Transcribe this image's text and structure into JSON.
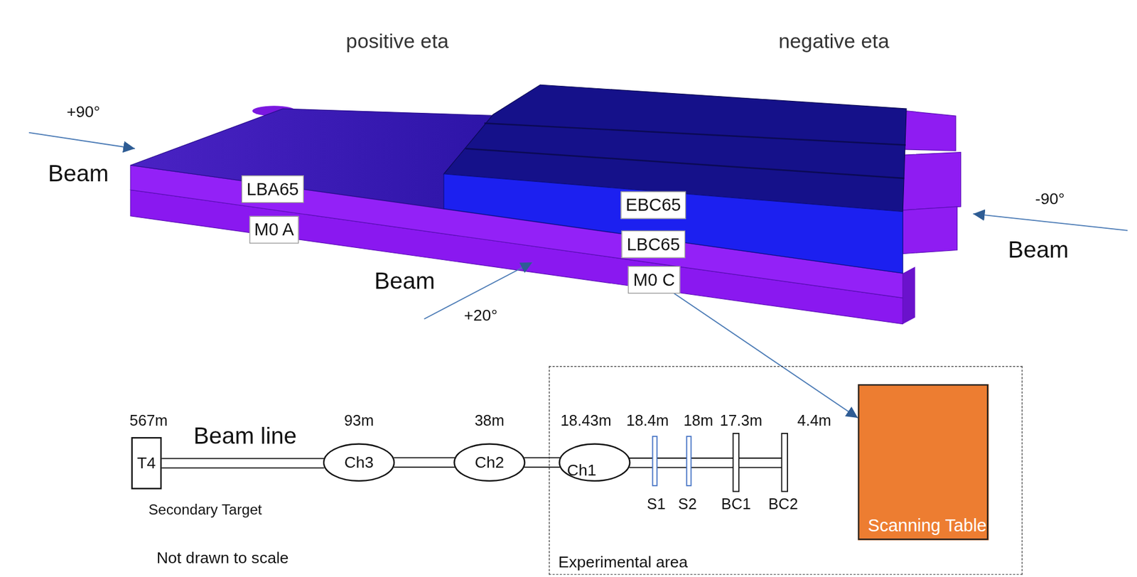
{
  "diagram": {
    "nodes": [
      {
        "text": [
          "LBA65"
        ]
      },
      {
        "text": [
          "M0 A"
        ]
      },
      {
        "text": [
          "EBC65"
        ]
      },
      {
        "text": [
          "LBC65"
        ]
      },
      {
        "text": [
          "M0 C"
        ]
      },
      {
        "text": [
          "T4"
        ]
      },
      {
        "text": [
          "Ch3"
        ]
      },
      {
        "text": [
          "Ch2"
        ]
      },
      {
        "text": [
          "Experimental area"
        ]
      },
      {
        "text": [
          "Ch1"
        ],
        "in": 8
      },
      {
        "text": [
          "Scanning Table"
        ],
        "in": 8
      }
    ],
    "edges": [
      {
        "from": 5,
        "to": 6,
        "arrow": "none"
      },
      {
        "from": 6,
        "to": 7,
        "arrow": "none"
      },
      {
        "from": 7,
        "to": 9,
        "arrow": "none"
      },
      {
        "from": 4,
        "to": 10,
        "arrow": "to"
      }
    ],
    "labels": [
      "positive eta",
      "negative eta",
      "+90°",
      "Beam",
      "-90°",
      "Beam",
      "Beam",
      "+20°",
      "567m",
      "Beam line",
      "93m",
      "38m",
      "18.43m",
      "18.4m",
      "18m",
      "17.3m",
      "4.4m",
      "S1",
      "S2",
      "BC1",
      "BC2",
      "Secondary Target",
      "Not drawn to scale"
    ]
  }
}
